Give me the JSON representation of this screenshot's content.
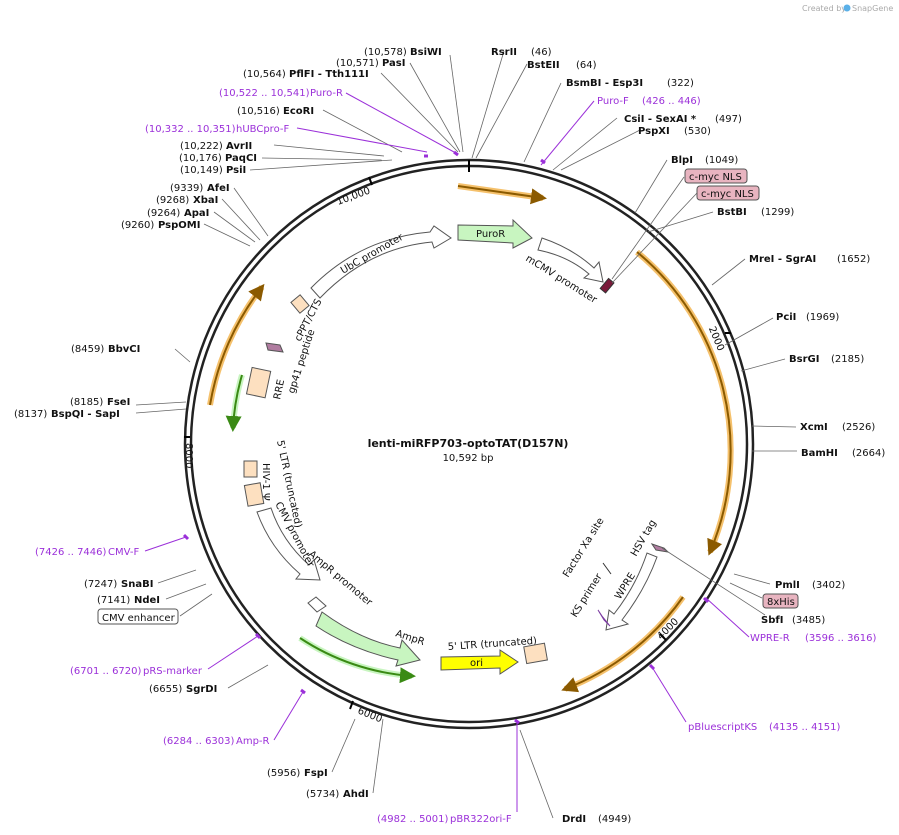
{
  "brand": {
    "created_by": "Created by",
    "name": "SnapGene"
  },
  "plasmid": {
    "name": "lenti-miRFP703-optoTAT(D157N)",
    "size": "10,592 bp"
  },
  "ticks": [
    "2000",
    "4000",
    "6000",
    "8000",
    "10,000"
  ],
  "sites": [
    {
      "name": "BsiWI",
      "pos": "(10,578)"
    },
    {
      "name": "PasI",
      "pos": "(10,571)"
    },
    {
      "name": "PflFI - Tth111I",
      "pos": "(10,564)"
    },
    {
      "name": "EcoRI",
      "pos": "(10,516)"
    },
    {
      "name": "AvrII",
      "pos": "(10,222)"
    },
    {
      "name": "PaqCI",
      "pos": "(10,176)"
    },
    {
      "name": "PsiI",
      "pos": "(10,149)"
    },
    {
      "name": "AfeI",
      "pos": "(9339)"
    },
    {
      "name": "XbaI",
      "pos": "(9268)"
    },
    {
      "name": "ApaI",
      "pos": "(9264)"
    },
    {
      "name": "PspOMI",
      "pos": "(9260)"
    },
    {
      "name": "BbvCI",
      "pos": "(8459)"
    },
    {
      "name": "FseI",
      "pos": "(8185)"
    },
    {
      "name": "BspQI - SapI",
      "pos": "(8137)"
    },
    {
      "name": "SnaBI",
      "pos": "(7247)"
    },
    {
      "name": "NdeI",
      "pos": "(7141)"
    },
    {
      "name": "SgrDI",
      "pos": "(6655)"
    },
    {
      "name": "FspI",
      "pos": "(5956)"
    },
    {
      "name": "AhdI",
      "pos": "(5734)"
    },
    {
      "name": "DrdI",
      "pos": "(4949)"
    },
    {
      "name": "RsrII",
      "pos": "(46)"
    },
    {
      "name": "BstEII",
      "pos": "(64)"
    },
    {
      "name": "BsmBI - Esp3I",
      "pos": "(322)"
    },
    {
      "name": "CsiI - SexAI *",
      "pos": "(497)"
    },
    {
      "name": "PspXI",
      "pos": "(530)"
    },
    {
      "name": "BlpI",
      "pos": "(1049)"
    },
    {
      "name": "BstBI",
      "pos": "(1299)"
    },
    {
      "name": "MreI - SgrAI",
      "pos": "(1652)"
    },
    {
      "name": "PciI",
      "pos": "(1969)"
    },
    {
      "name": "BsrGI",
      "pos": "(2185)"
    },
    {
      "name": "XcmI",
      "pos": "(2526)"
    },
    {
      "name": "BamHI",
      "pos": "(2664)"
    },
    {
      "name": "PmlI",
      "pos": "(3402)"
    },
    {
      "name": "SbfI",
      "pos": "(3485)"
    }
  ],
  "primers": [
    {
      "name": "Puro-R",
      "range": "(10,522 .. 10,541)"
    },
    {
      "name": "hUBCpro-F",
      "range": "(10,332 .. 10,351)"
    },
    {
      "name": "Puro-F",
      "range": "(426 .. 446)"
    },
    {
      "name": "CMV-F",
      "range": "(7426 .. 7446)"
    },
    {
      "name": "pRS-marker",
      "range": "(6701 .. 6720)"
    },
    {
      "name": "Amp-R",
      "range": "(6284 .. 6303)"
    },
    {
      "name": "pBR322ori-F",
      "range": "(4982 .. 5001)"
    },
    {
      "name": "WPRE-R",
      "range": "(3596 .. 3616)"
    },
    {
      "name": "pBluescriptKS",
      "range": "(4135 .. 4151)"
    }
  ],
  "boxed_features": [
    "c-myc NLS",
    "c-myc NLS",
    "8xHis",
    "CMV enhancer"
  ],
  "features": {
    "ubc": "UbC promoter",
    "puror": "PuroR",
    "mcmv": "mCMV promoter",
    "cppt": "cPPT/CTS",
    "gp41": "gp41 peptide",
    "rre": "RRE",
    "hiv": "HIV-1 Ψ",
    "ltr5": "5' LTR (truncated)",
    "cmvp": "CMV promoter",
    "ampr_prom": "AmpR promoter",
    "ampr": "AmpR",
    "ltr5b": "5' LTR (truncated)",
    "ori": "ori",
    "factorxa": "Factor Xa site",
    "hsv": "HSV tag",
    "ks": "KS primer",
    "wpre": "WPRE"
  },
  "colors": {
    "orf": "#f5a623",
    "orf_dark": "#8b5a00",
    "green": "#c8f5c0",
    "green_dark": "#3a8a14",
    "ori": "#ffff00",
    "tan": "#fde0c0",
    "primer": "#9b30d9",
    "nls": "#e8b4c0",
    "ring": "#222222"
  }
}
